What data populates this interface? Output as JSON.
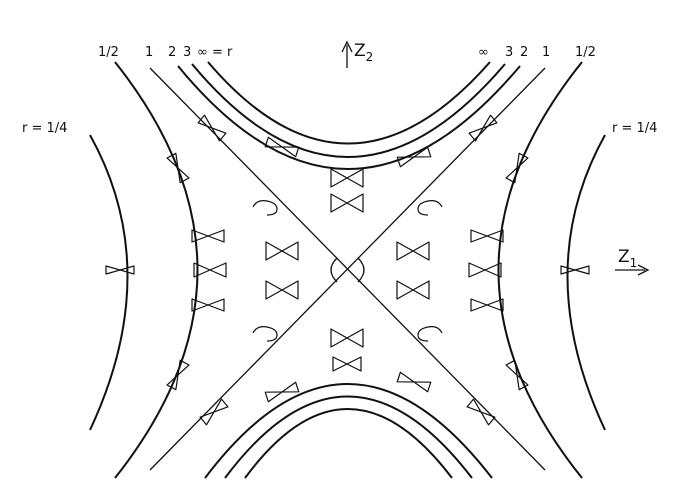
{
  "axes": {
    "z1_label": "Z",
    "z1_sub": "1",
    "z2_label": "Z",
    "z2_sub": "2"
  },
  "curve_labels": {
    "top_left": [
      "1/2",
      "1",
      "2",
      "3",
      "∞ = r"
    ],
    "top_right": [
      "∞",
      "3",
      "2",
      "1",
      "1/2"
    ],
    "outer_left": "r = 1/4",
    "outer_right": "r = 1/4"
  }
}
